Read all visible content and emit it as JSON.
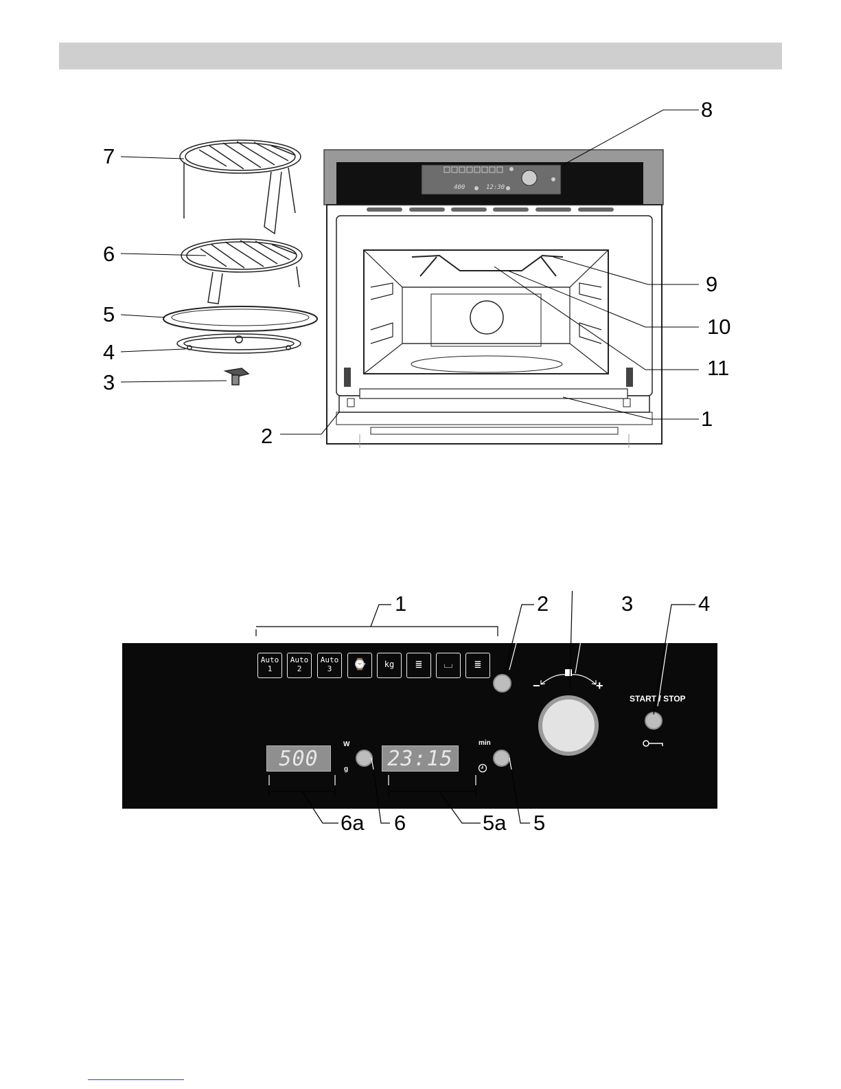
{
  "figure_top": {
    "callouts": [
      "1",
      "2",
      "3",
      "4",
      "5",
      "6",
      "7",
      "8",
      "9",
      "10",
      "11"
    ],
    "mini_panel": {
      "display_left": "400",
      "display_right": "12:30"
    }
  },
  "figure_panel": {
    "callouts": [
      "1",
      "2",
      "3",
      "4",
      "5",
      "5a",
      "6",
      "6a"
    ],
    "mode_keys": [
      "Auto\n1",
      "Auto\n2",
      "Auto\n3",
      "⌚",
      "kg",
      "≣",
      "⌴",
      "≣"
    ],
    "power_display": "500",
    "time_display": "23:15",
    "power_units": {
      "watts": "W",
      "grams": "g"
    },
    "time_units": {
      "minutes": "min"
    },
    "start_stop_label": "START / STOP",
    "knob_minus": "−",
    "knob_plus": "+"
  },
  "icons": [
    "clock-icon",
    "key-icon",
    "stop-square-icon",
    "knob-icon"
  ]
}
